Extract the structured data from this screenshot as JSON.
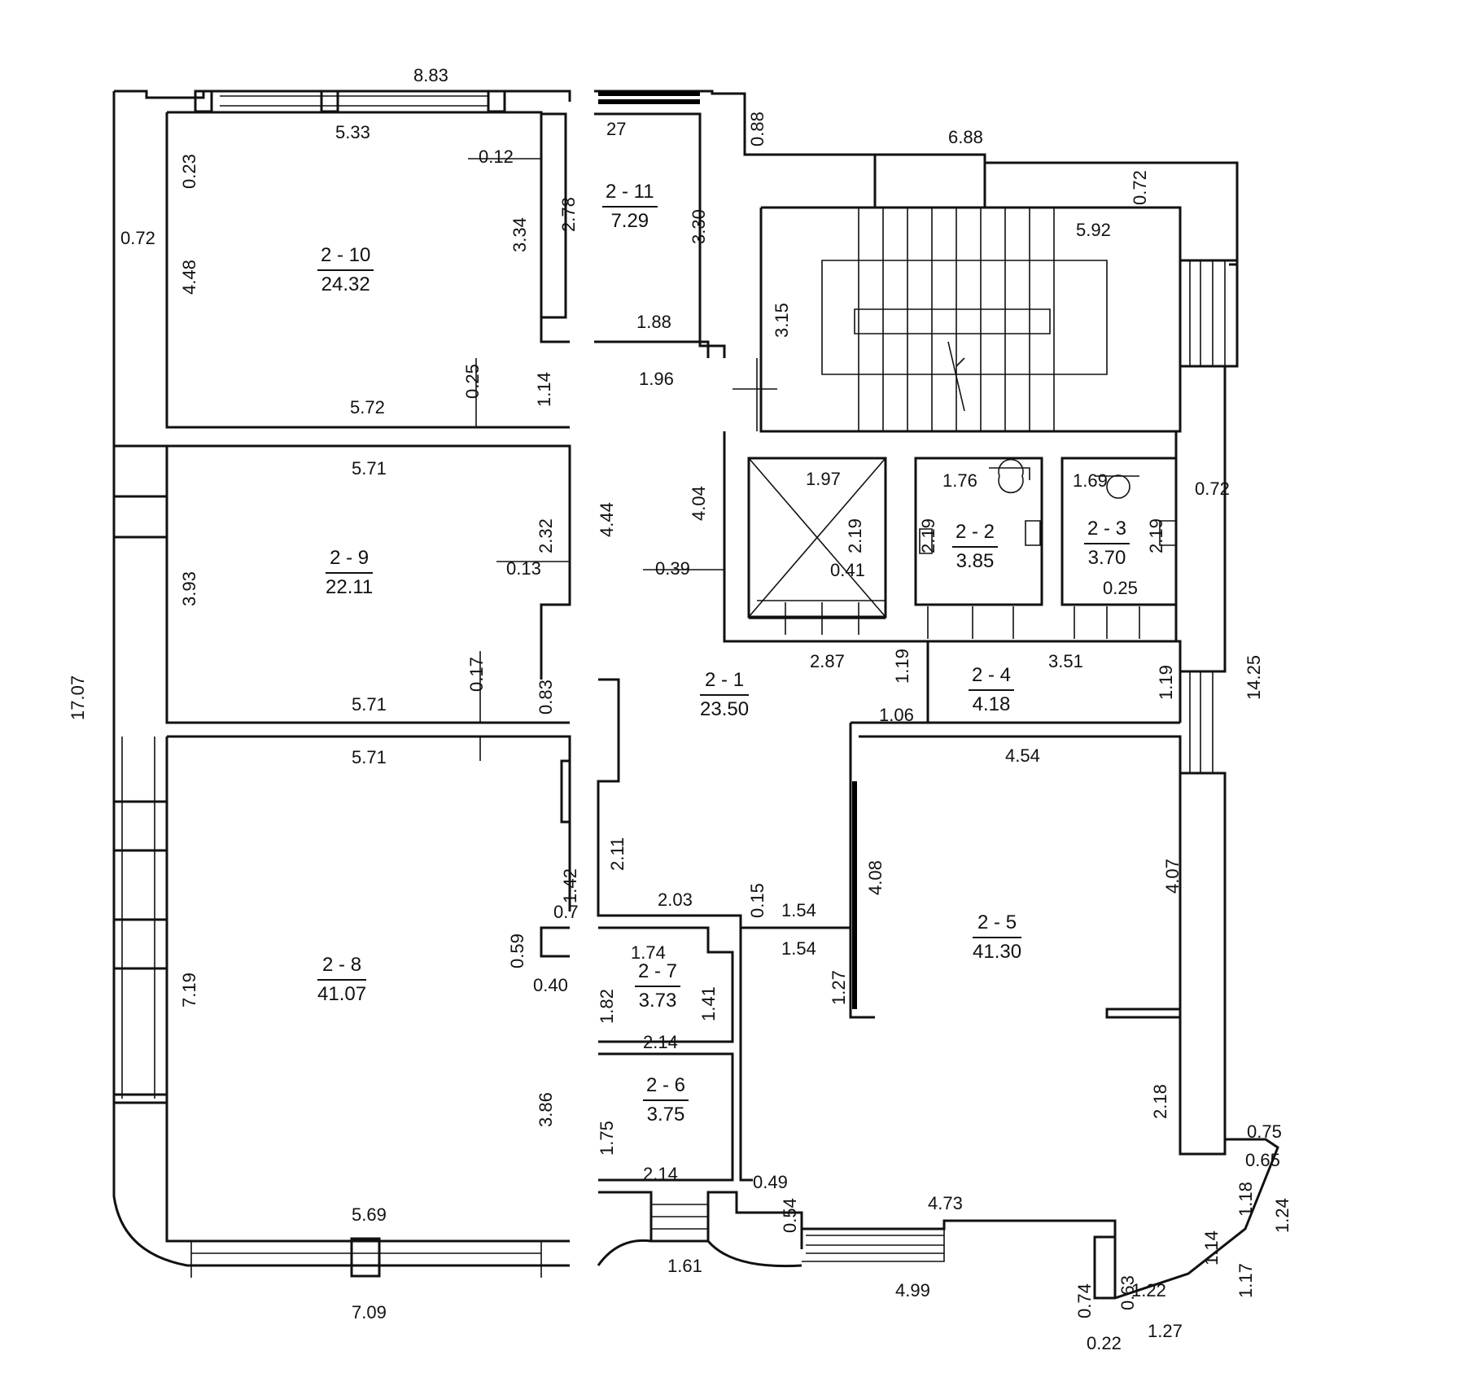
{
  "rooms": {
    "r2_10": {
      "id": "2 - 10",
      "area": "24.32"
    },
    "r2_11": {
      "id": "2 - 11",
      "area": "7.29"
    },
    "r2_9": {
      "id": "2 - 9",
      "area": "22.11"
    },
    "r2_8": {
      "id": "2 - 8",
      "area": "41.07"
    },
    "r2_7": {
      "id": "2 - 7",
      "area": "3.73"
    },
    "r2_6": {
      "id": "2 - 6",
      "area": "3.75"
    },
    "r2_1": {
      "id": "2 - 1",
      "area": "23.50"
    },
    "r2_2": {
      "id": "2 - 2",
      "area": "3.85"
    },
    "r2_3": {
      "id": "2 - 3",
      "area": "3.70"
    },
    "r2_4": {
      "id": "2 - 4",
      "area": "4.18"
    },
    "r2_5": {
      "id": "2 - 5",
      "area": "41.30"
    }
  },
  "dims": {
    "d01": "8.83",
    "d02": "5.33",
    "d03": "0.12",
    "d04": "0.23",
    "d05": "0.72",
    "d06": "4.48",
    "d07": "3.34",
    "d08": "2.78",
    "d09": "0.25",
    "d10": "5.72",
    "d11": "1.14",
    "d12": "27",
    "d13": "0.88",
    "d14": "6.88",
    "d15": "0.72",
    "d16": "3.30",
    "d17": "1.88",
    "d18": "5.92",
    "d19": "3.15",
    "d20": "1.96",
    "d21": "5.71",
    "d22": "2.32",
    "d23": "4.44",
    "d24": "3.93",
    "d25": "0.13",
    "d26": "0.17",
    "d27": "5.71",
    "d28": "0.83",
    "d29": "4.04",
    "d30": "0.39",
    "d31": "1.97",
    "d32": "2.19",
    "d33": "0.41",
    "d34": "1.76",
    "d35": "2.19",
    "d36": "1.69",
    "d37": "2.19",
    "d38": "0.72",
    "d39": "0.25",
    "d40": "2.87",
    "d41": "1.19",
    "d42": "3.51",
    "d43": "1.19",
    "d44": "14.25",
    "d45": "1.06",
    "d46": "4.54",
    "d47": "17.07",
    "d48": "5.71",
    "d49": "2.11",
    "d50": "1.42",
    "d51": "0.7",
    "d52": "0.59",
    "d53": "0.40",
    "d54": "7.19",
    "d55": "2.03",
    "d56": "0.15",
    "d57": "1.54",
    "d58": "1.54",
    "d59": "4.08",
    "d60": "4.07",
    "d61": "1.74",
    "d62": "1.82",
    "d63": "1.41",
    "d64": "2.14",
    "d65": "1.27",
    "d66": "3.86",
    "d67": "1.75",
    "d68": "2.14",
    "d69": "0.49",
    "d70": "0.54",
    "d71": "2.18",
    "d72": "0.75",
    "d73": "0.65",
    "d74": "4.73",
    "d75": "1.18",
    "d76": "1.24",
    "d77": "1.14",
    "d78": "5.69",
    "d79": "1.61",
    "d80": "4.99",
    "d81": "0.74",
    "d82": "0.63",
    "d83": "1.22",
    "d84": "1.17",
    "d85": "7.09",
    "d86": "0.22",
    "d87": "1.27"
  }
}
